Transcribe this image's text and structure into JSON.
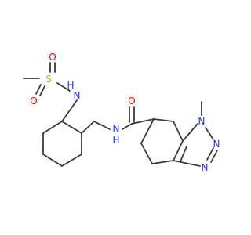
{
  "molecule": {
    "atoms": {
      "o_sulfonyl_upper": {
        "label": "O",
        "color": "#ff0000"
      },
      "o_sulfonyl_lower": {
        "label": "O",
        "color": "#ff0000"
      },
      "sulfur": {
        "label": "S",
        "color": "#b8b800"
      },
      "sulfonamide_n": {
        "label": "N",
        "color": "#2030ff"
      },
      "sulfonamide_h": {
        "label": "H",
        "color": "#2030ff"
      },
      "o_carbonyl": {
        "label": "O",
        "color": "#ff0000"
      },
      "amide_n": {
        "label": "N",
        "color": "#2030ff"
      },
      "amide_h": {
        "label": "H",
        "color": "#2030ff"
      },
      "triazole_n1": {
        "label": "N",
        "color": "#2030ff"
      },
      "triazole_n2": {
        "label": "N",
        "color": "#2030ff"
      },
      "triazole_n3": {
        "label": "N",
        "color": "#2030ff"
      }
    }
  }
}
